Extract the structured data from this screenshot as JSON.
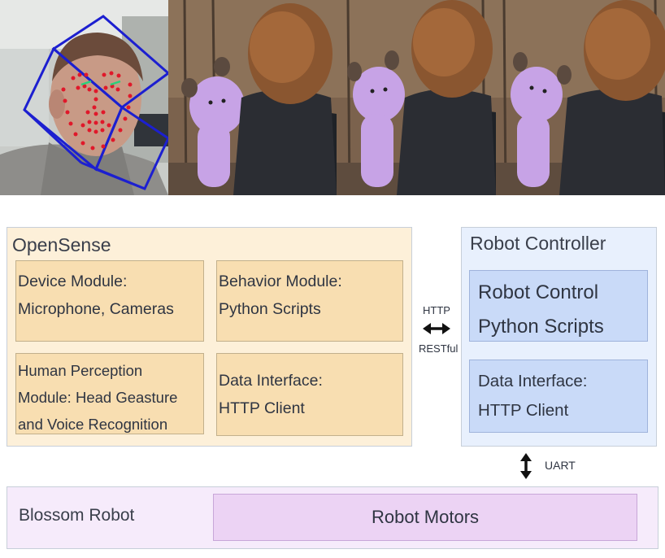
{
  "opensense": {
    "title": "OpenSense",
    "device_module": [
      "Device Module:",
      "Microphone, Cameras"
    ],
    "behavior_module": [
      "Behavior Module:",
      "Python Scripts"
    ],
    "perception_module": [
      "Human Perception",
      "Module: Head Geasture",
      "and Voice Recognition"
    ],
    "data_interface": [
      "Data Interface:",
      "HTTP Client"
    ]
  },
  "robot_controller": {
    "title": "Robot Controller",
    "control_module": [
      "Robot Control",
      "Python Scripts"
    ],
    "data_interface": [
      "Data Interface:",
      "HTTP Client"
    ]
  },
  "connections": {
    "http_top": "HTTP",
    "http_bottom": "RESTful",
    "uart": "UART"
  },
  "blossom": {
    "title": "Blossom Robot",
    "motors": "Robot Motors"
  },
  "colors": {
    "opensense_bg": "#fdf0d9",
    "module_bg": "#f8deb1",
    "controller_bg": "#e8f0fd",
    "controller_module_bg": "#c9daf8",
    "blossom_bg": "#f6ebfb",
    "motors_bg": "#ecd3f4",
    "face_tracking_box": "#1c1fd0",
    "landmark_dots": "#e0182a"
  }
}
